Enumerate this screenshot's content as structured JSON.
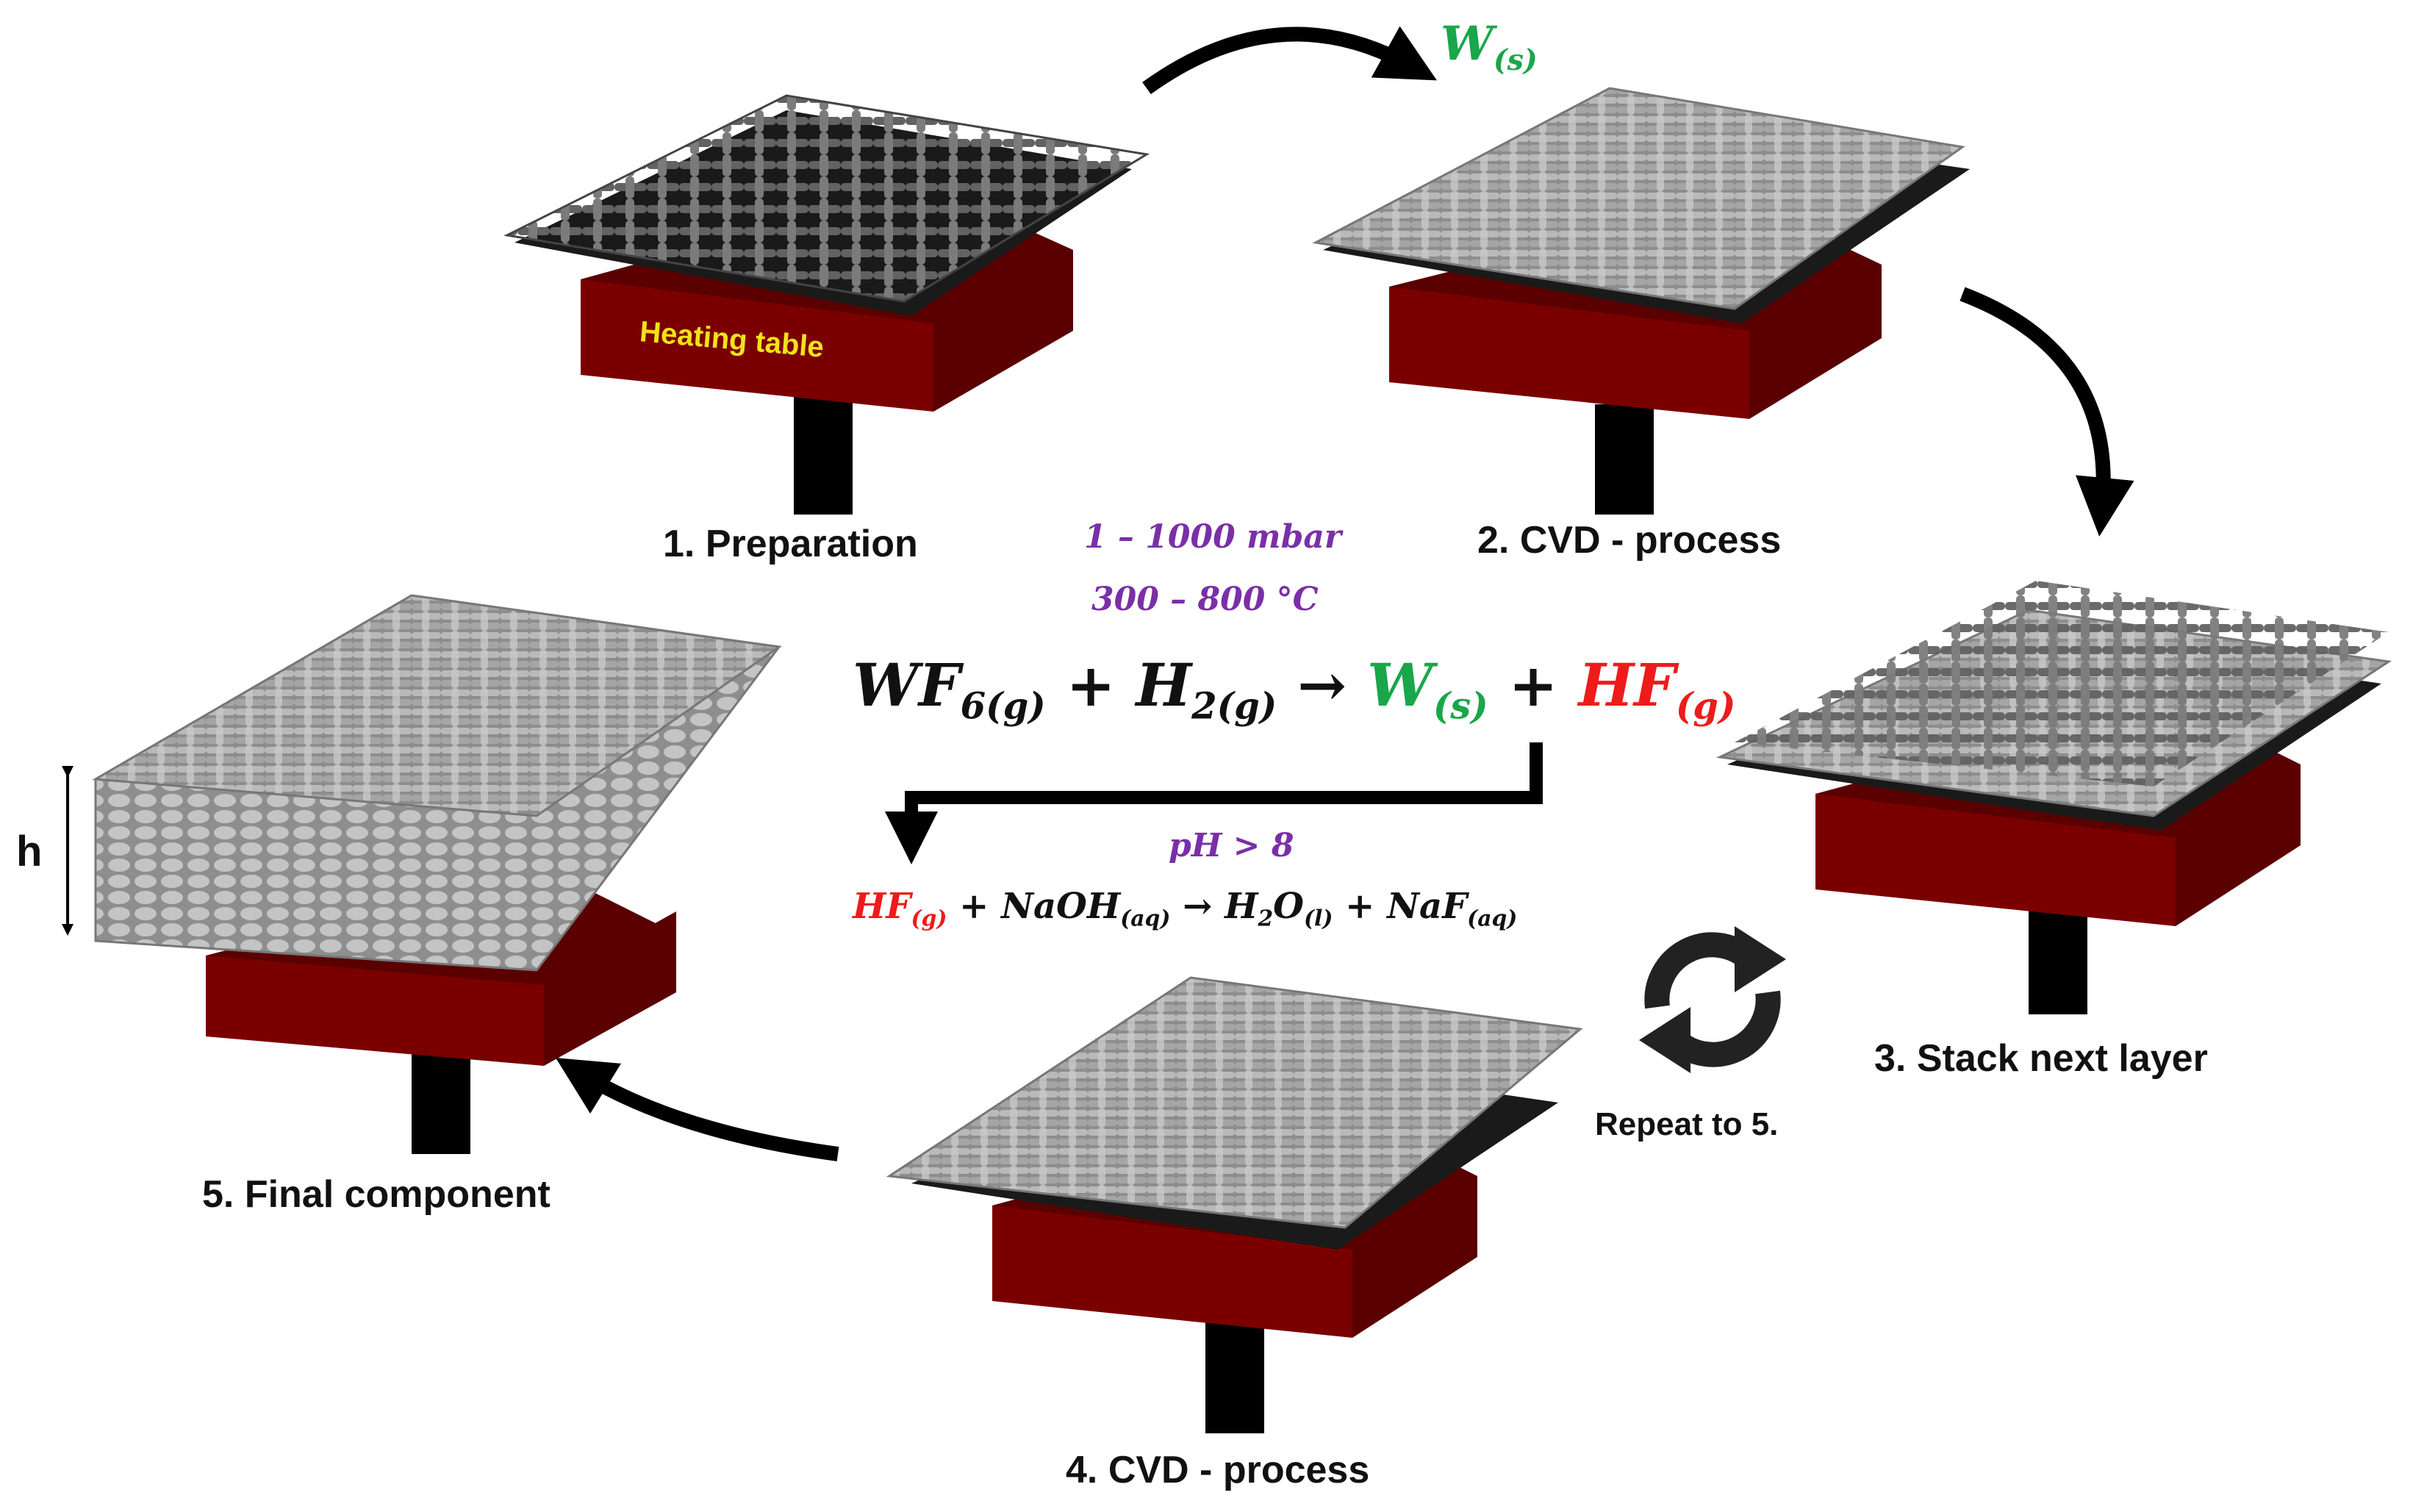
{
  "heating_table_label": "Heating table",
  "steps": [
    {
      "label": "1. Preparation"
    },
    {
      "label": "2. CVD - process"
    },
    {
      "label": "3. Stack next layer"
    },
    {
      "label": "4. CVD - process"
    },
    {
      "label": "5. Final component"
    }
  ],
  "repeat_label": "Repeat to 5.",
  "height_label": "h",
  "conditions": {
    "pressure": "1 – 1000 mbar",
    "temperature": "300 – 800 °C"
  },
  "ph_condition": "pH > 8",
  "reaction_main": {
    "reactant1": "WF",
    "reactant1_sub": "6(g)",
    "plus": "+",
    "reactant2": "H",
    "reactant2_sub": "2(g)",
    "arrow": "→",
    "product1": "W",
    "product1_sub": "(s)",
    "product2": "HF",
    "product2_sub": "(g)"
  },
  "reaction_neutral": {
    "r1": "HF",
    "r1_sub": "(g)",
    "r2": "NaOH",
    "r2_sub": "(aq)",
    "p1a": "H",
    "p1a_sub": "2",
    "p1b": "O",
    "p1b_sub": "(l)",
    "p2": "NaF",
    "p2_sub": "(aq)"
  },
  "deposit_label": {
    "text": "W",
    "sub": "(s)"
  },
  "colors": {
    "table": "#7a0000",
    "table_side": "#5a0000",
    "mesh": "#9a9a9a",
    "mesh_dark": "#6f6f70",
    "label_yellow": "#f3e21a",
    "purple": "#7a2fa8",
    "green": "#1aa64b",
    "red": "#ee1b1b"
  },
  "icons": [
    "curved-arrow-icon",
    "refresh-cycle-icon",
    "double-headed-arrow-icon"
  ]
}
